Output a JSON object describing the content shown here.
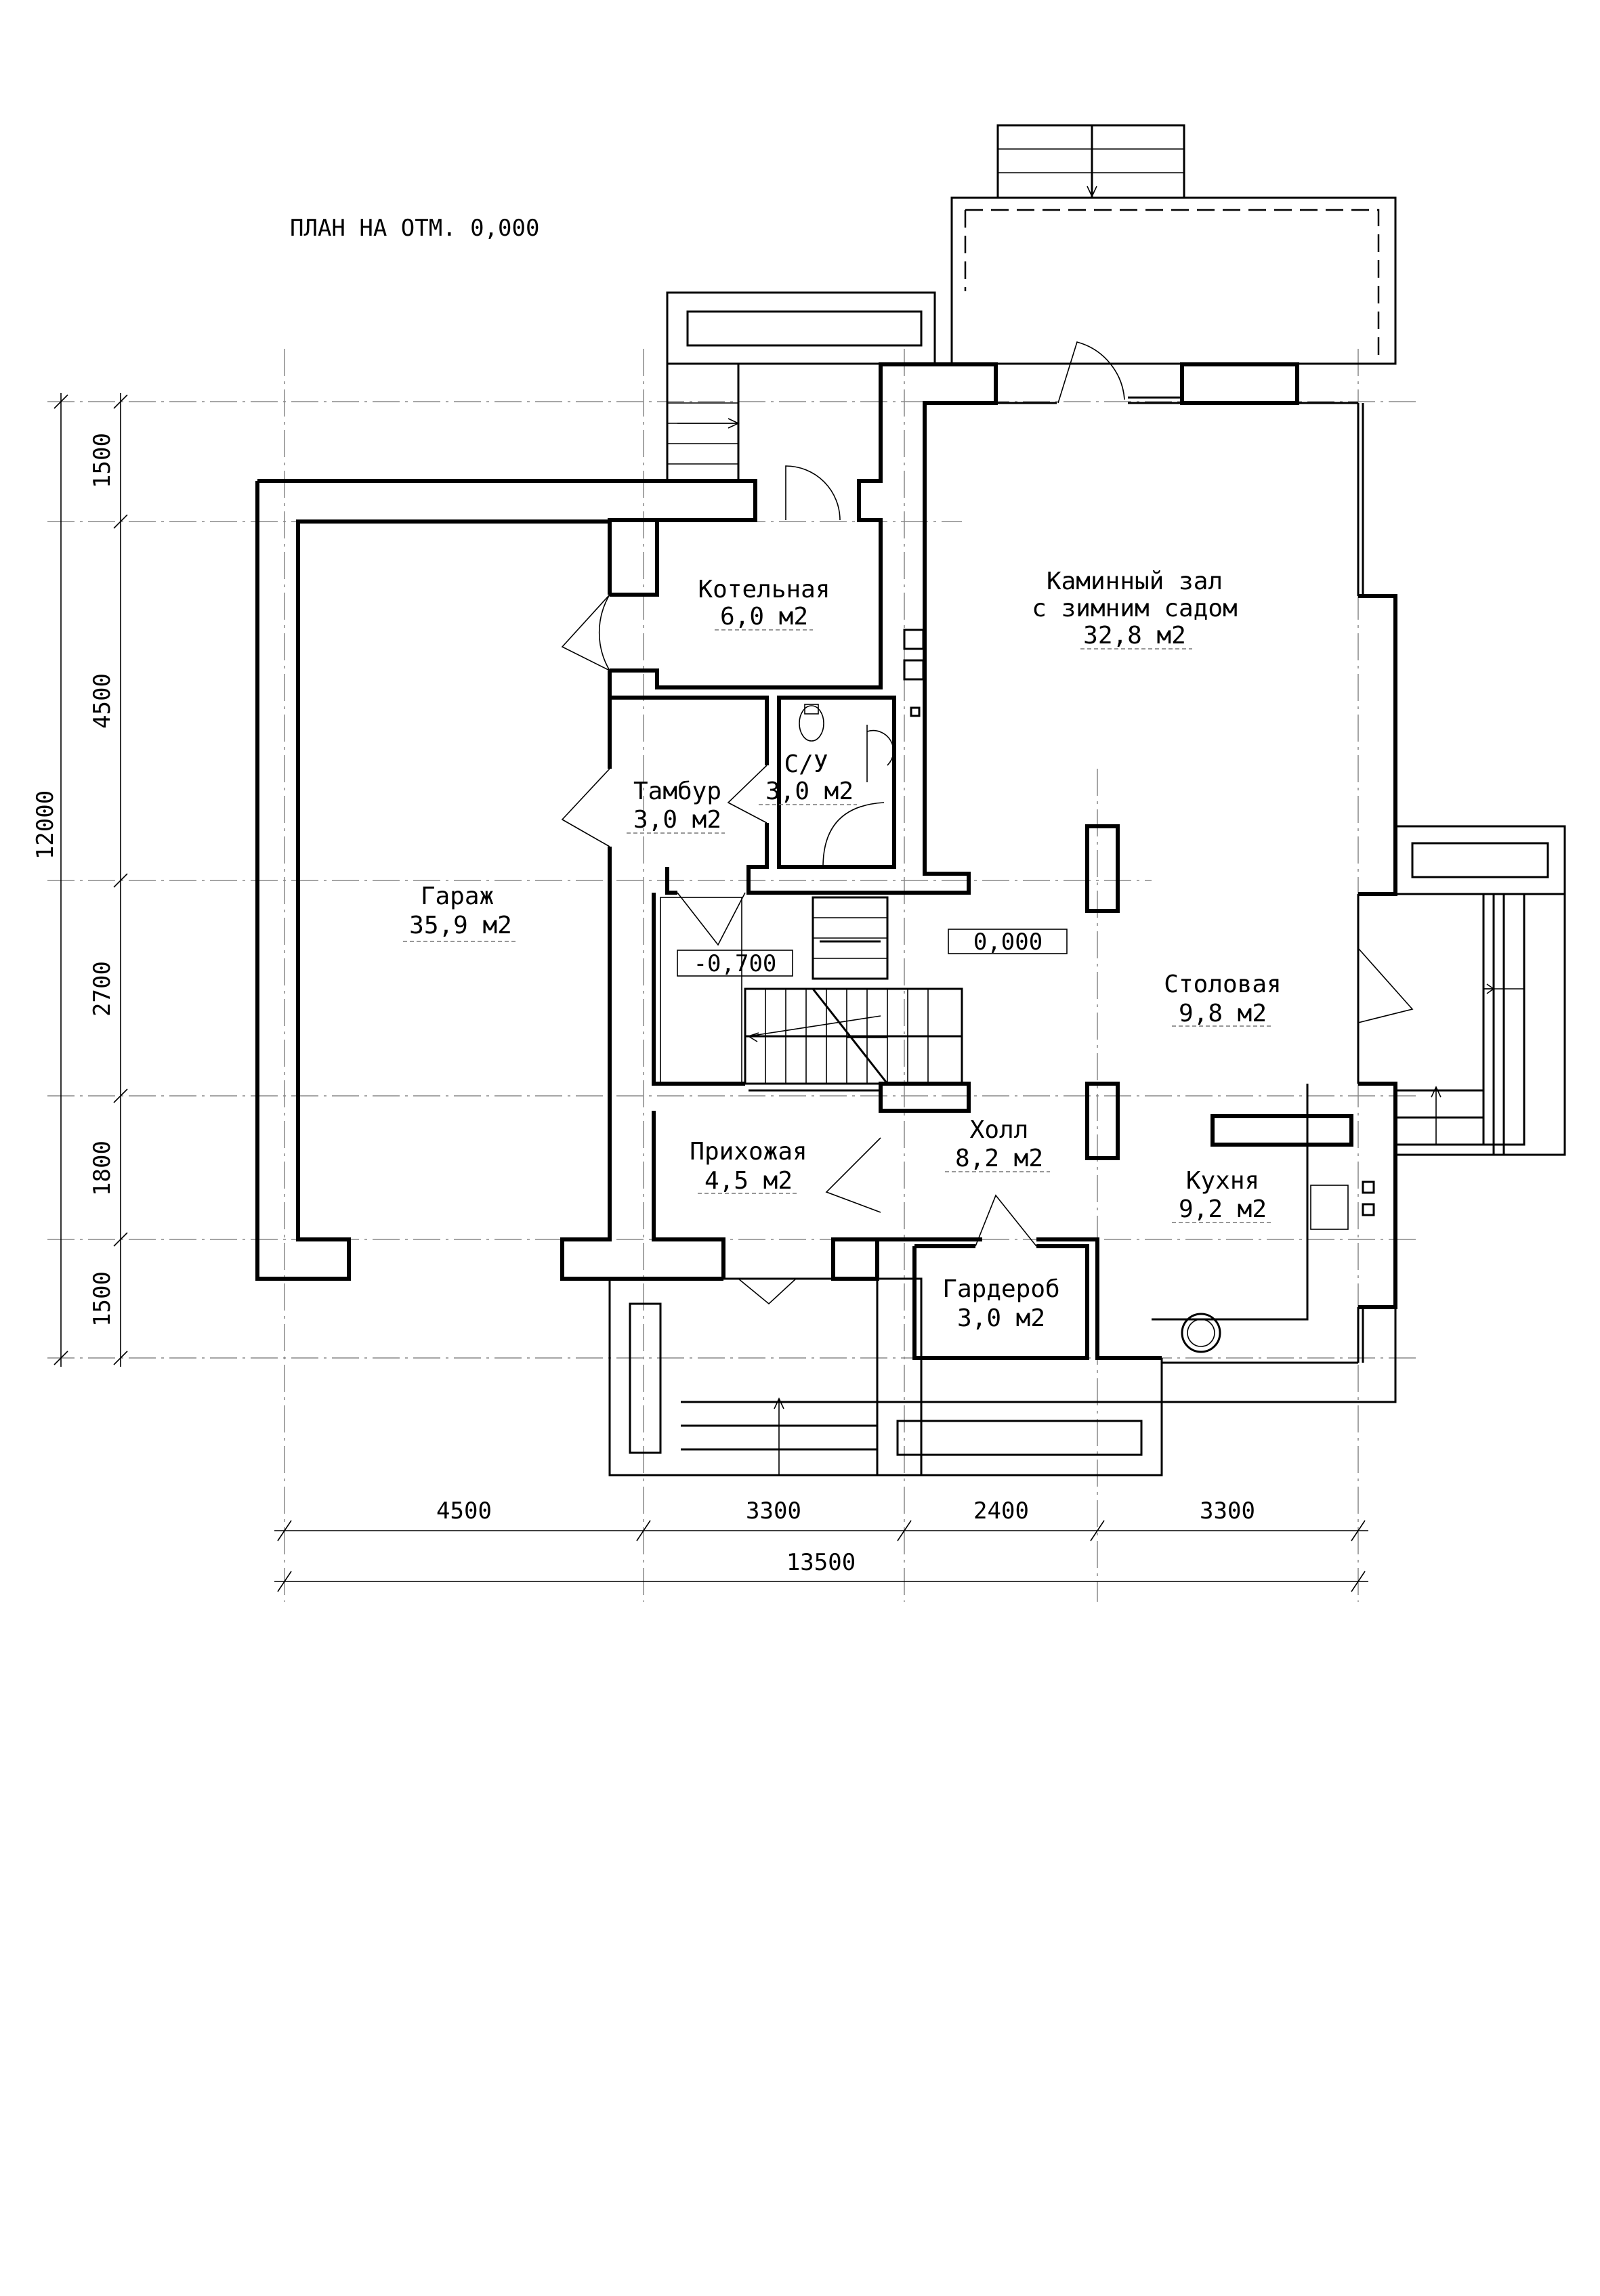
{
  "title": "ПЛАН НА ОТМ. 0,000",
  "rooms": {
    "boiler": {
      "name": "Котельная",
      "area": "6,0 м2"
    },
    "fireplace": {
      "name1": "Каминный зал",
      "name2": "с зимним садом",
      "area": "32,8 м2"
    },
    "wc": {
      "name": "С/У",
      "area": "3,0 м2"
    },
    "vestibule": {
      "name": "Тамбур",
      "area": "3,0 м2"
    },
    "garage": {
      "name": "Гараж",
      "area": "35,9 м2"
    },
    "dining": {
      "name": "Столовая",
      "area": "9,8 м2"
    },
    "entry": {
      "name": "Прихожая",
      "area": "4,5 м2"
    },
    "hall": {
      "name": "Холл",
      "area": "8,2 м2"
    },
    "kitchen": {
      "name": "Кухня",
      "area": "9,2 м2"
    },
    "wardrobe": {
      "name": "Гардероб",
      "area": "3,0 м2"
    }
  },
  "levels": {
    "lower": "-0,700",
    "main": "0,000"
  },
  "dimensions": {
    "horizontal": [
      "4500",
      "3300",
      "2400",
      "3300"
    ],
    "horizontal_total": "13500",
    "vertical": [
      "1500",
      "4500",
      "2700",
      "1800",
      "1500"
    ],
    "vertical_total": "12000"
  }
}
